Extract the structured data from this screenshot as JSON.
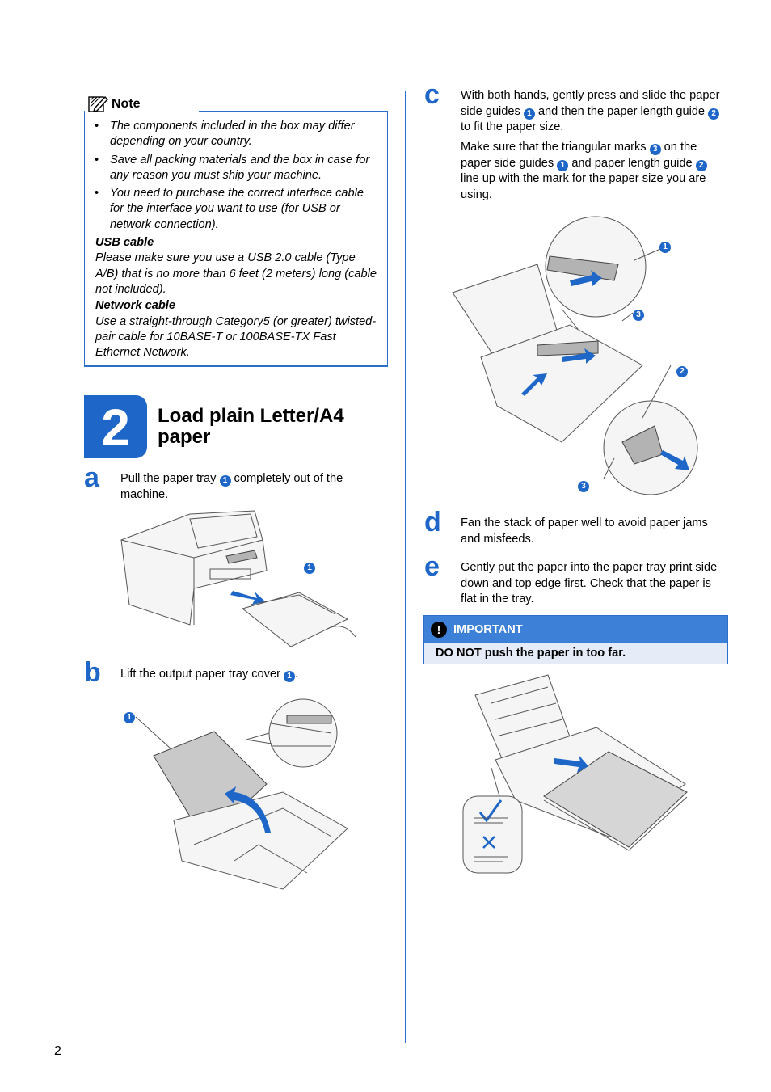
{
  "note": {
    "heading": "Note",
    "bullets": [
      "The components included in the box may differ depending on your country.",
      "Save all packing materials and the box in case for any reason you must ship your machine.",
      "You need to purchase the correct interface cable for the interface you want to use (for USB or network connection)."
    ],
    "usb_heading": "USB cable",
    "usb_text": "Please make sure you use a USB 2.0 cable (Type A/B) that is no more than 6 feet (2 meters) long (cable not included).",
    "network_heading": "Network cable",
    "network_text": "Use a straight-through Category5 (or greater) twisted-pair cable for 10BASE-T or 100BASE-TX Fast Ethernet Network."
  },
  "step": {
    "number": "2",
    "title": "Load plain Letter/A4 paper"
  },
  "substeps": {
    "a": {
      "letter": "a",
      "text_before": "Pull the paper tray ",
      "marker": "1",
      "text_after": " completely out of the machine."
    },
    "b": {
      "letter": "b",
      "text_before": "Lift the output paper tray cover ",
      "marker": "1",
      "text_after": "."
    },
    "c": {
      "letter": "c",
      "p1_part1": "With both hands, gently press and slide the paper side guides ",
      "p1_marker1": "1",
      "p1_part2": " and then the paper length guide ",
      "p1_marker2": "2",
      "p1_part3": " to fit the paper size.",
      "p2_part1": "Make sure that the triangular marks ",
      "p2_marker3": "3",
      "p2_part2": " on the paper side guides ",
      "p2_marker1": "1",
      "p2_part3": " and paper length guide ",
      "p2_marker2": "2",
      "p2_part4": " line up with the mark for the paper size you are using."
    },
    "d": {
      "letter": "d",
      "text": "Fan the stack of paper well to avoid paper jams and misfeeds."
    },
    "e": {
      "letter": "e",
      "text": "Gently put the paper into the paper tray print side down and top edge first. Check that the paper is flat in the tray."
    }
  },
  "callouts": {
    "a_one": "1",
    "b_one": "1",
    "c_one": "1",
    "c_two": "2",
    "c_three_top": "3",
    "c_three_bottom": "3"
  },
  "important": {
    "heading": "IMPORTANT",
    "icon": "exclamation-icon",
    "text": "DO NOT push the paper in too far."
  },
  "page_number": "2",
  "colors": {
    "accent": "#1e66c8",
    "important_bg": "#3d80d8",
    "important_body": "#e5ecf8"
  }
}
